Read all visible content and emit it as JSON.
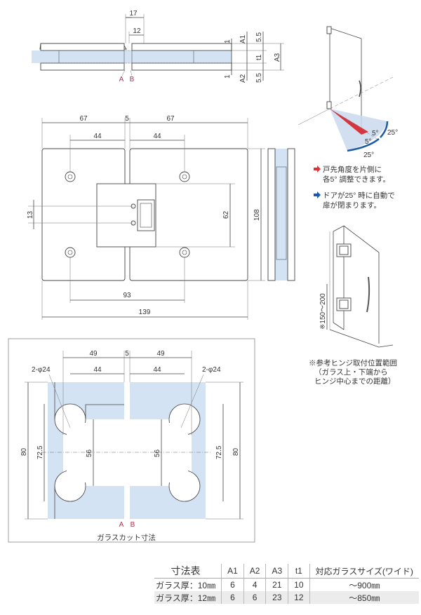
{
  "section_view": {
    "dim_17": "17",
    "dim_12": "12",
    "label_a": "A",
    "label_b": "B",
    "dim_1_top": "1",
    "dim_1_bottom": "1",
    "a1": "A1",
    "a2": "A2",
    "t1": "t1",
    "a3": "A3",
    "dim_5_5_top": "5.5",
    "dim_5_5_bottom": "5.5"
  },
  "front_view": {
    "dim_67_left": "67",
    "dim_5": "5",
    "dim_67_right": "67",
    "dim_44_left": "44",
    "dim_44_right": "44",
    "dim_13": "13",
    "dim_62": "62",
    "dim_108": "108",
    "dim_93": "93",
    "dim_139": "139"
  },
  "angle_diagram": {
    "angle_5a": "5°",
    "angle_5b": "5°",
    "angle_25a": "25°",
    "angle_25b": "25°",
    "note_red": [
      "戸先角度を片側に",
      "各5° 調整できます。"
    ],
    "note_blue": [
      "ドアが25° 時に自動で",
      "扉が閉まります。"
    ],
    "colors": {
      "red": "#d9343c",
      "blue": "#1c5aa8"
    }
  },
  "mount_diagram": {
    "range_label": "※150～200",
    "note": [
      "※参考ヒンジ取付位置範囲",
      "（ガラス上・下端から",
      "ヒンジ中心までの距離）"
    ]
  },
  "glass_cut": {
    "caption": "ガラスカット寸法",
    "dim_49_left": "49",
    "dim_5": "5",
    "dim_49_right": "49",
    "dim_44_left": "44",
    "dim_44_right": "44",
    "hole_left": "2-φ24",
    "hole_right": "2-φ24",
    "dim_80_left": "80",
    "dim_72_5_left": "72.5",
    "dim_56_left": "56",
    "dim_56_right": "56",
    "dim_72_5_right": "72.5",
    "dim_80_right": "80",
    "label_a": "A",
    "label_b": "B"
  },
  "dimension_table": {
    "title": "寸法表",
    "headers": [
      "A1",
      "A2",
      "A3",
      "t1",
      "対応ガラスサイズ(ワイド)"
    ],
    "rows": [
      {
        "label": "ガラス厚：10㎜",
        "a1": "6",
        "a2": "4",
        "a3": "21",
        "t1": "10",
        "size": "～900㎜"
      },
      {
        "label": "ガラス厚：12㎜",
        "a1": "6",
        "a2": "6",
        "a3": "23",
        "t1": "12",
        "size": "～850㎜"
      }
    ]
  }
}
